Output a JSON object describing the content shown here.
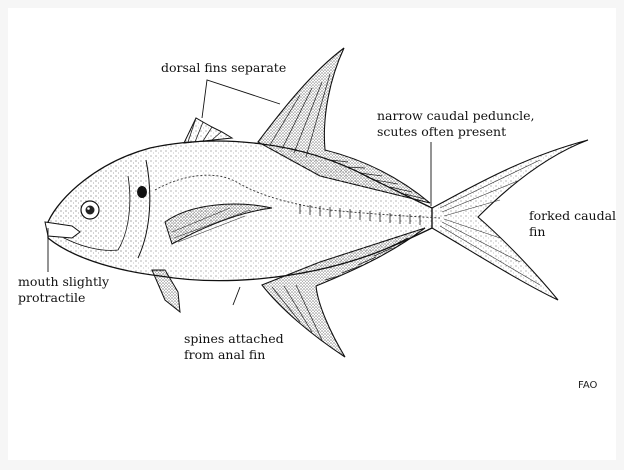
{
  "labels": {
    "dorsal": "dorsal fins separate",
    "peduncle_line1": "narrow caudal peduncle,",
    "peduncle_line2": "scutes often present",
    "caudal_line1": "forked caudal",
    "caudal_line2": "fin",
    "mouth_line1": "mouth slightly",
    "mouth_line2": "protractile",
    "spines_line1": "spines attached",
    "spines_line2": "from anal fin"
  },
  "credit": "FAO",
  "colors": {
    "ink": "#111111",
    "background": "#ffffff",
    "frame": "#f6f6f6"
  }
}
